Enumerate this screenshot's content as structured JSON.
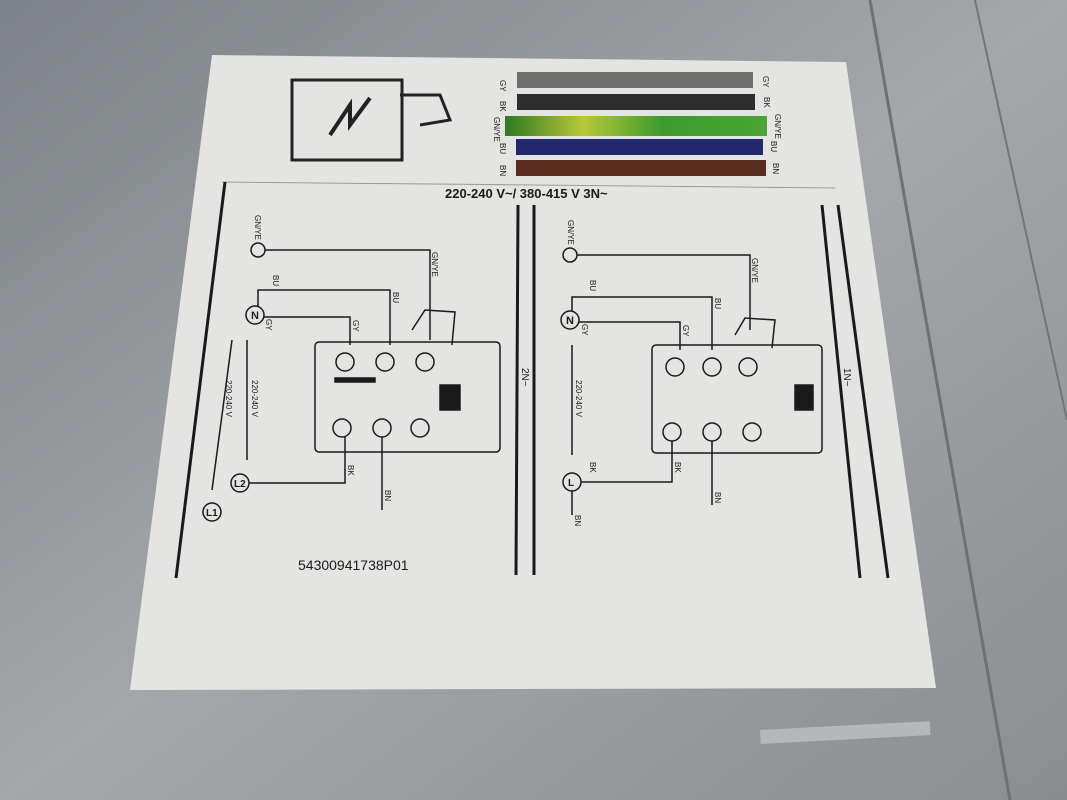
{
  "wire_legend": [
    {
      "code": "GY",
      "color": "#6e6e6e"
    },
    {
      "code": "BK",
      "color": "#2e2e2e"
    },
    {
      "code": "GN/YE",
      "color": "#3f9a2e"
    },
    {
      "code": "BU",
      "color": "#23286e"
    },
    {
      "code": "BN",
      "color": "#5a2c1e"
    }
  ],
  "header": {
    "voltage": "220-240 V~/ 380-415 V 3N~"
  },
  "left_diagram": {
    "earth_label": "GN/YE",
    "wire_gnye": "GN/YE",
    "wire_bu_a": "BU",
    "wire_bu_b": "BU",
    "wire_gy_a": "GY",
    "wire_gy_b": "GY",
    "neutral": "N",
    "voltage": "220-240 V",
    "voltage2": "220-240 V",
    "line2": "L2",
    "line1": "L1",
    "wire_bk": "BK",
    "wire_bn": "BN",
    "mode": "2N~"
  },
  "right_diagram": {
    "earth_label": "GN/YE",
    "wire_gnye": "GN/YE",
    "wire_bu_a": "BU",
    "wire_bu_b": "BU",
    "wire_gy_a": "GY",
    "wire_gy_b": "GY",
    "neutral": "N",
    "voltage": "220-240 V",
    "line": "L",
    "wire_bk_a": "BK",
    "wire_bk_b": "BK",
    "wire_bn_a": "BN",
    "wire_bn_b": "BN",
    "mode": "1N~"
  },
  "part_number": "54300941738P01"
}
